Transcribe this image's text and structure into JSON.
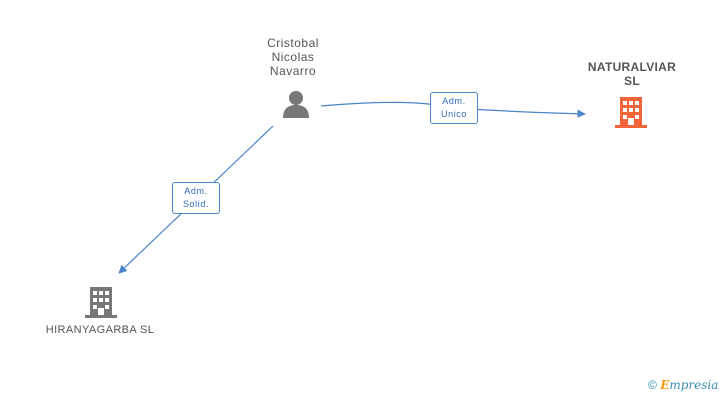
{
  "nodes": {
    "person": {
      "name_lines": [
        "Cristobal",
        "Nicolas",
        "Navarro"
      ]
    },
    "naturalviar": {
      "name_lines": [
        "NATURALVIAR",
        "SL"
      ],
      "color": "#f2643a"
    },
    "hiranyagarba": {
      "name": "HIRANYAGARBA SL",
      "color": "#777777"
    }
  },
  "edges": {
    "adm_unico": {
      "label_lines": [
        "Adm.",
        "Unico"
      ]
    },
    "adm_solid": {
      "label_lines": [
        "Adm.",
        "Solid."
      ]
    }
  },
  "colors": {
    "edge": "#4a86c8",
    "person_icon": "#777777"
  },
  "footer": {
    "copyright": "©",
    "brand_e": "E",
    "brand_rest": "mpresia"
  }
}
